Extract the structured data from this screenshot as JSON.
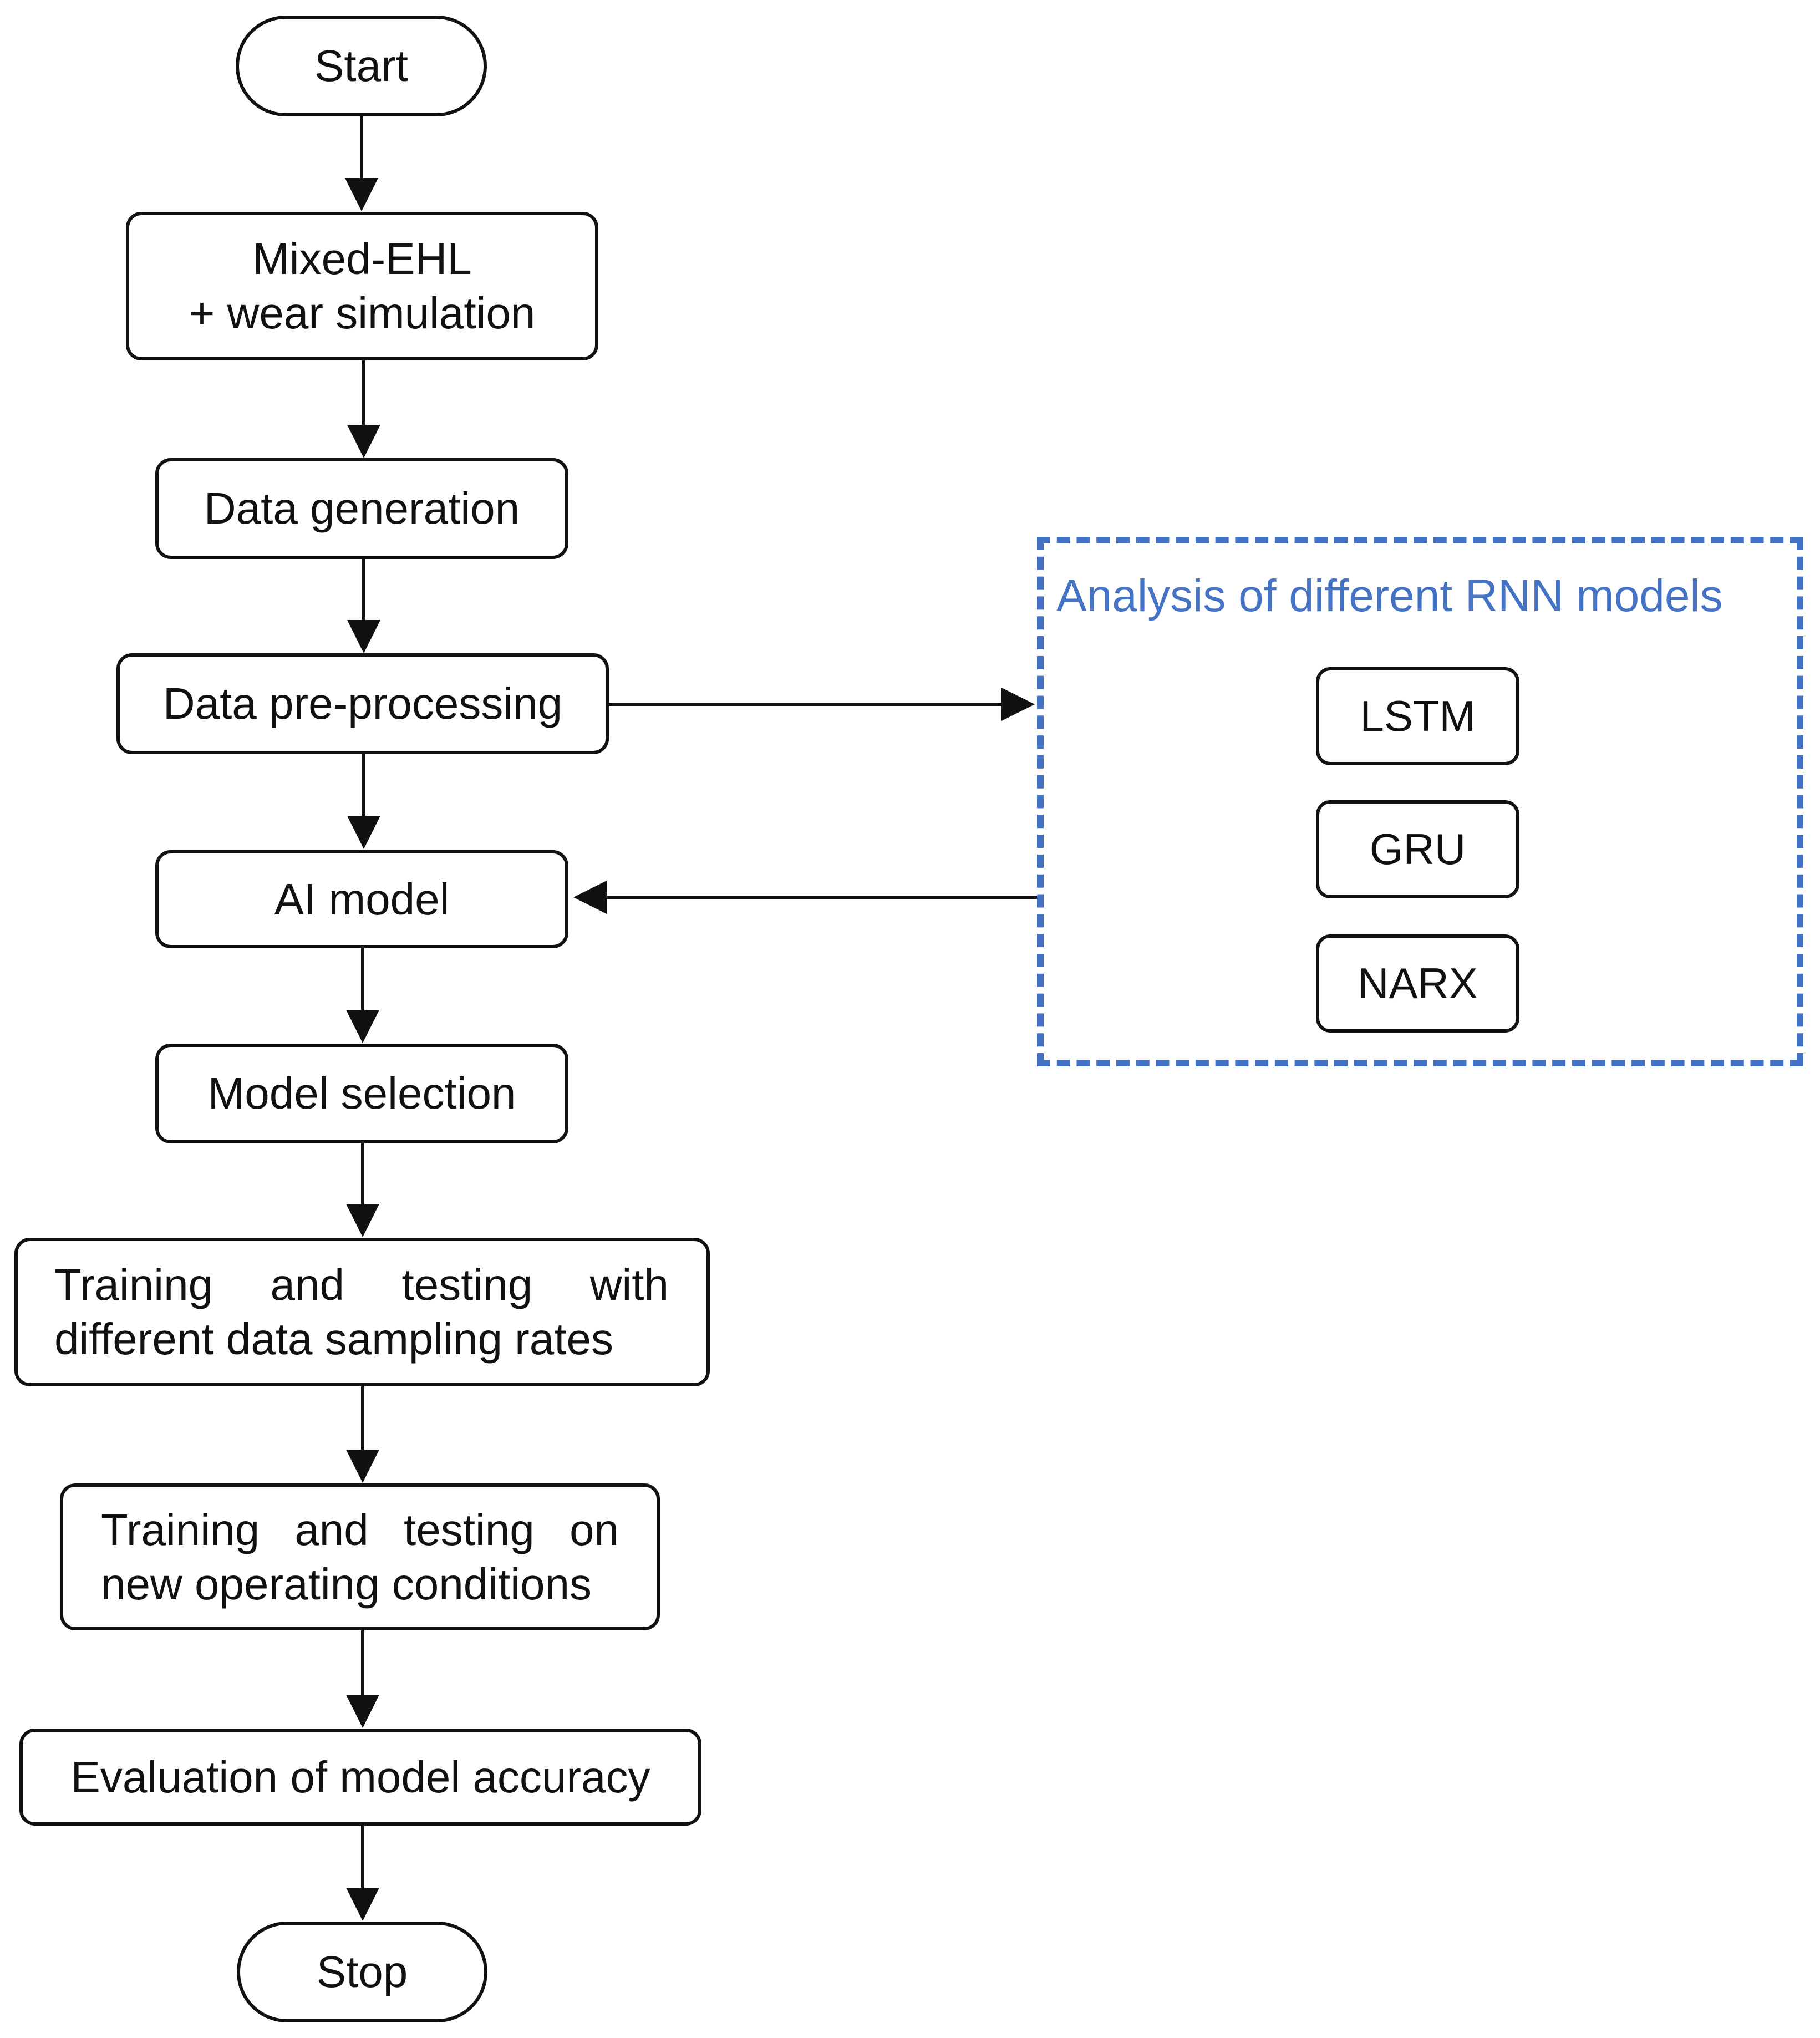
{
  "flow": {
    "start": "Start",
    "simulation": {
      "line1": "Mixed-EHL",
      "line2": "+ wear simulation"
    },
    "data_generation": "Data generation",
    "preprocessing": "Data pre-processing",
    "ai_model": "AI model",
    "model_selection": "Model selection",
    "training_sampling": {
      "line1": "Training and testing with",
      "line2": "different data sampling rates"
    },
    "training_conditions": {
      "line1": "Training and testing on",
      "line2": "new operating conditions"
    },
    "evaluation": "Evaluation of model accuracy",
    "stop": "Stop"
  },
  "rnn_group": {
    "title": "Analysis of different RNN models",
    "models": [
      "LSTM",
      "GRU",
      "NARX"
    ]
  },
  "colors": {
    "stroke": "#111111",
    "group_accent": "#4472c4"
  }
}
